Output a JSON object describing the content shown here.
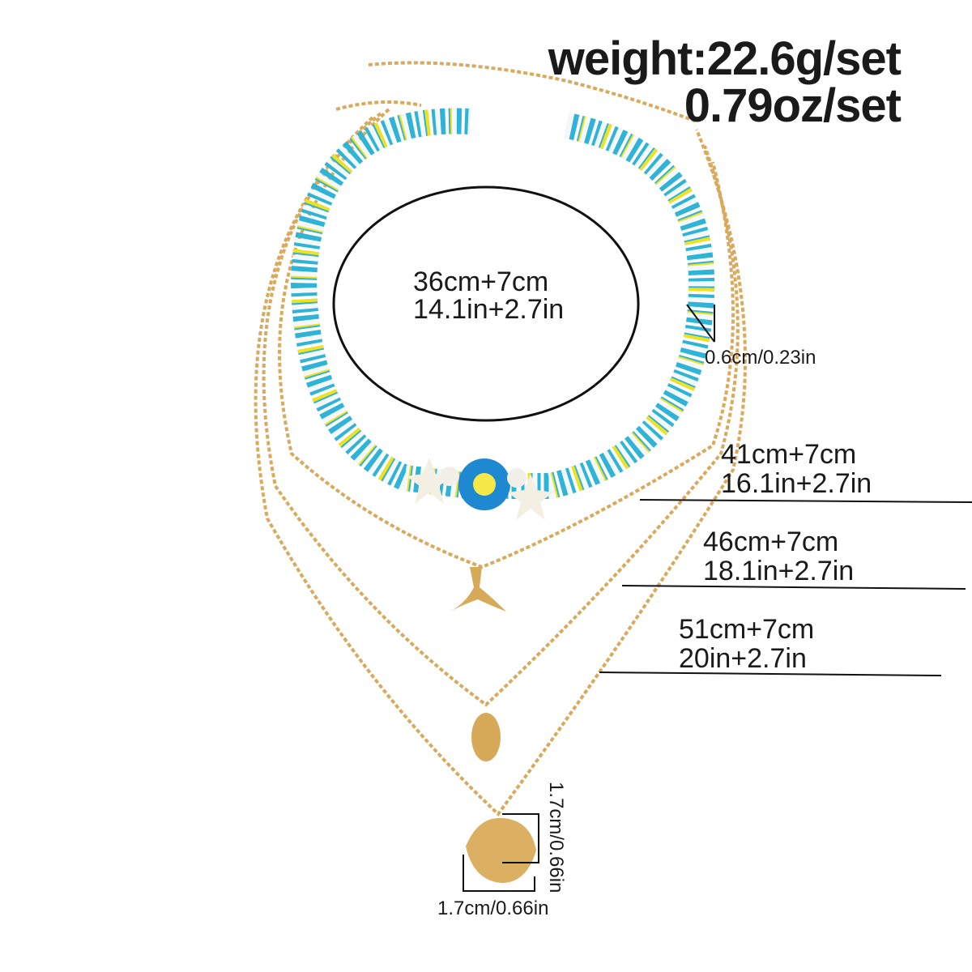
{
  "weight": {
    "grams": "weight:22.6g/set",
    "ounces": "0.79oz/set"
  },
  "choker": {
    "length_cm": "36cm+7cm",
    "length_in": "14.1in+2.7in",
    "bead_size": "0.6cm/0.23in"
  },
  "necklaces": [
    {
      "length_cm": "41cm+7cm",
      "length_in": "16.1in+2.7in",
      "pendant": "whale-tail"
    },
    {
      "length_cm": "46cm+7cm",
      "length_in": "18.1in+2.7in",
      "pendant": "cowrie-shell"
    },
    {
      "length_cm": "51cm+7cm",
      "length_in": "20in+2.7in",
      "pendant": "scallop-shell"
    }
  ],
  "pendant_size": {
    "height": "1.7cm/0.66in",
    "width": "1.7cm/0.66in"
  },
  "colors": {
    "gold": "#d9a95c",
    "turquoise": "#2fb4d8",
    "yellow": "#f2e21c",
    "bead_white": "#f5f8fa"
  }
}
